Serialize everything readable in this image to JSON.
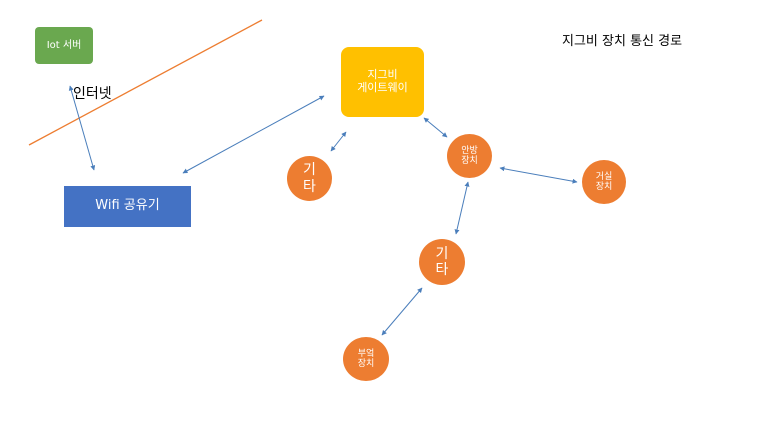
{
  "title": "지그비 장치 통신 경로",
  "colors": {
    "green": "#6aa84f",
    "blue": "#4472c4",
    "gold": "#ffc000",
    "orange": "#ed7d31",
    "arrow": "#4a7ebb",
    "internet_line": "#ed7d31"
  },
  "nodes": {
    "iot_server": {
      "label": "Iot 서버"
    },
    "internet": {
      "label": "인터넷"
    },
    "wifi_router": {
      "label": "Wifi 공유기"
    },
    "zigbee_gateway": {
      "line1": "지그비",
      "line2": "게이트웨이"
    },
    "etc_1": {
      "line1": "기",
      "line2": "타"
    },
    "anbang_device": {
      "line1": "안방",
      "line2": "장치"
    },
    "geosil_device": {
      "line1": "거실",
      "line2": "장치"
    },
    "etc_2": {
      "line1": "기",
      "line2": "타"
    },
    "kitchen_device": {
      "line1": "부엌",
      "line2": "장치"
    }
  },
  "connections": [
    {
      "from": "internet",
      "to": "wifi_router"
    },
    {
      "from": "wifi_router",
      "to": "zigbee_gateway"
    },
    {
      "from": "zigbee_gateway",
      "to": "etc_1"
    },
    {
      "from": "zigbee_gateway",
      "to": "anbang_device"
    },
    {
      "from": "anbang_device",
      "to": "geosil_device"
    },
    {
      "from": "anbang_device",
      "to": "etc_2"
    },
    {
      "from": "etc_2",
      "to": "kitchen_device"
    }
  ]
}
